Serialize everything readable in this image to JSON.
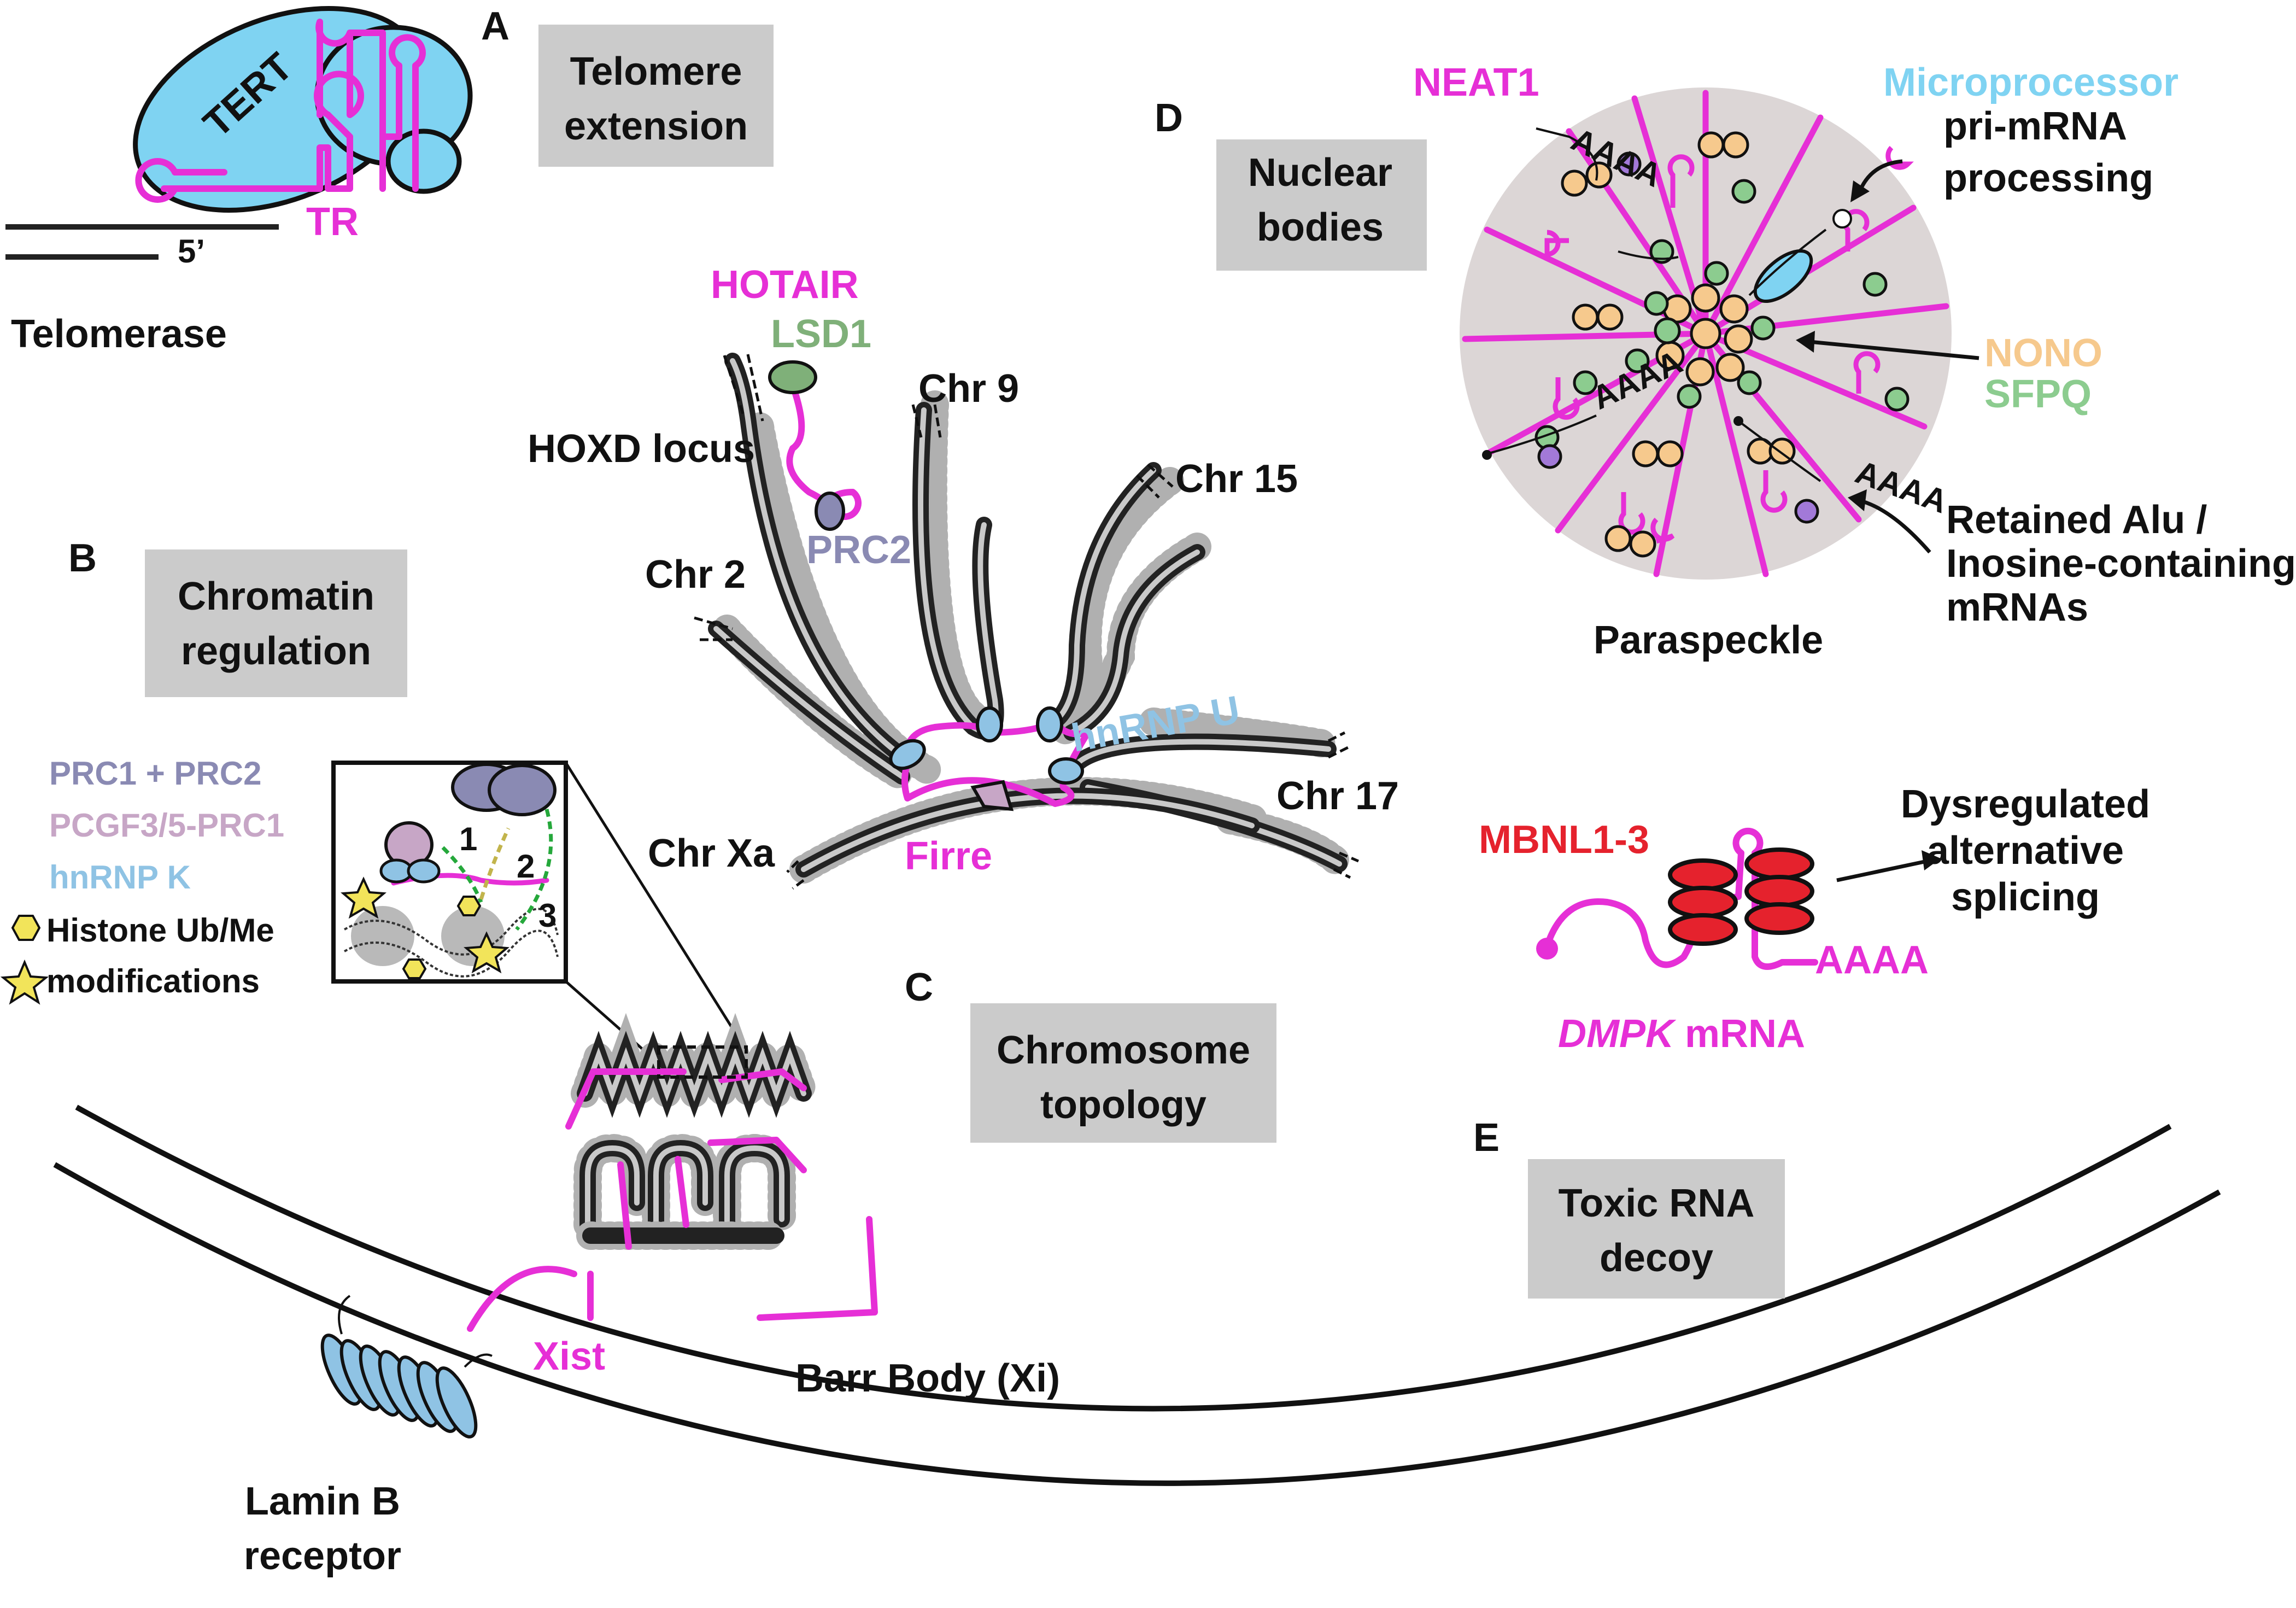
{
  "panels": {
    "a": {
      "letter": "A",
      "title_lines": [
        "Telomere",
        "extension"
      ],
      "tert": "TERT",
      "tr": "TR",
      "five_prime": "5’",
      "caption": "Telomerase"
    },
    "b": {
      "letter": "B",
      "title_lines": [
        "Chromatin",
        "regulation"
      ],
      "legend": [
        "PRC1 + PRC2",
        "PCGF3/5-PRC1",
        "hnRNP K",
        "Histone Ub/Me",
        "modifications"
      ],
      "steps": [
        "1",
        "2",
        "3"
      ],
      "xist": "Xist",
      "barr_body": "Barr Body (Xi)",
      "lamin_lines": [
        "Lamin B",
        "receptor"
      ]
    },
    "c": {
      "letter": "C",
      "title_lines": [
        "Chromosome",
        "topology"
      ],
      "hotair": "HOTAIR",
      "lsd1": "LSD1",
      "hoxd": "HOXD locus",
      "prc2": "PRC2",
      "chr2": "Chr 2",
      "chr9": "Chr 9",
      "chr15": "Chr 15",
      "chr17": "Chr 17",
      "chrxa": "Chr Xa",
      "hnrnpu": "hnRNP U",
      "firre": "Firre"
    },
    "d": {
      "letter": "D",
      "title_lines": [
        "Nuclear",
        "bodies"
      ],
      "neat1": "NEAT1",
      "microprocessor": "Microprocessor",
      "pri_lines": [
        "pri-mRNA",
        "processing"
      ],
      "nono": "NONO",
      "sfpq": "SFPQ",
      "retained_lines": [
        "Retained Alu /",
        "Inosine-containing",
        "mRNAs"
      ],
      "paraspeckle": "Paraspeckle",
      "aaaa": "AAAA"
    },
    "e": {
      "letter": "E",
      "title_lines": [
        "Toxic RNA",
        "decoy"
      ],
      "mbnl": "MBNL1-3",
      "splicing_lines": [
        "Dysregulated",
        "alternative",
        "splicing"
      ],
      "aaaa": "AAAA",
      "dmpk_italic": "DMPK",
      "dmpk_rest": " mRNA"
    }
  },
  "colors": {
    "magenta": "#e62fd6",
    "cyan": "#7fd3f2",
    "gray_box": "#cbcbcb",
    "prc": "#8a8ab3",
    "lsd1": "#7fb079",
    "hnrnp": "#8fc3e4",
    "pcgf": "#c7a6c6",
    "nono": "#f6c98d",
    "sfpq": "#8ccc8f",
    "red": "#e5222d",
    "purple": "#a279d8"
  }
}
